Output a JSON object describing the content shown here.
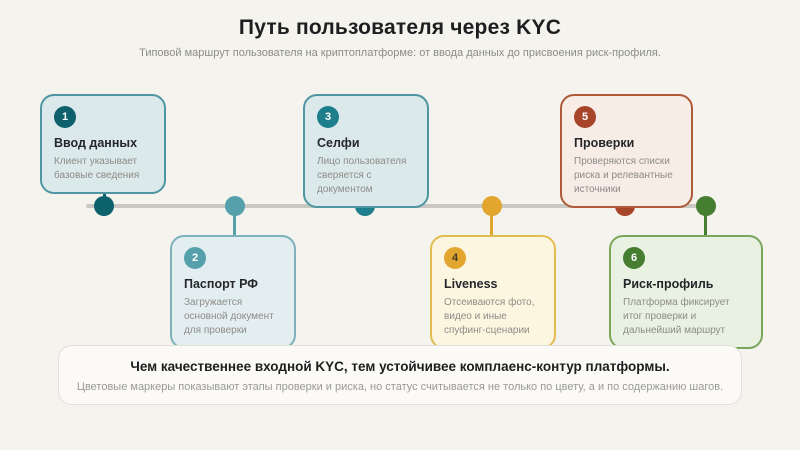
{
  "header": {
    "title": "Путь пользователя через KYC",
    "subtitle": "Типовой маршрут пользователя на криптоплатформе: от ввода данных до присвоения риск-профиля."
  },
  "steps": [
    {
      "number": "1",
      "title": "Ввод данных",
      "description": "Клиент указывает базовые сведения",
      "position": "above",
      "colors": {
        "accent": "#0c616c",
        "card_bg": "#dce9eb",
        "card_border": "#4e96a1",
        "badge_text": "#ffffff"
      }
    },
    {
      "number": "2",
      "title": "Паспорт РФ",
      "description": "Загружается основной документ для проверки",
      "position": "below",
      "colors": {
        "accent": "#55a0ab",
        "card_bg": "#e3eef0",
        "card_border": "#7fb1bb",
        "badge_text": "#ffffff"
      }
    },
    {
      "number": "3",
      "title": "Селфи",
      "description": "Лицо пользователя сверяется с документом",
      "position": "above",
      "colors": {
        "accent": "#1f7e8b",
        "card_bg": "#dce9eb",
        "card_border": "#4e96a1",
        "badge_text": "#ffffff"
      }
    },
    {
      "number": "4",
      "title": "Liveness",
      "description": "Отсеиваются фото, видео и иные спуфинг-сценарии",
      "position": "below",
      "colors": {
        "accent": "#e2a62f",
        "card_bg": "#fcf6e1",
        "card_border": "#e3bc4e",
        "badge_text": "#403a28"
      }
    },
    {
      "number": "5",
      "title": "Проверки",
      "description": "Проверяются списки риска и релевантные источники",
      "position": "above",
      "colors": {
        "accent": "#a7452a",
        "card_bg": "#f8ece7",
        "card_border": "#af5a39",
        "badge_text": "#ffffff"
      }
    },
    {
      "number": "6",
      "title": "Риск-профиль",
      "description": "Платформа фиксирует итог проверки и дальнейший маршрут",
      "position": "below",
      "colors": {
        "accent": "#457d31",
        "card_bg": "#e9f1e3",
        "card_border": "#7aa65c",
        "badge_text": "#ffffff"
      }
    }
  ],
  "footer": {
    "headline": "Чем качественнее входной KYC, тем устойчивее комплаенс-контур платформы.",
    "note": "Цветовые маркеры показывают этапы проверки и риска, но статус считывается не только по цвету, а и по содержанию шагов."
  },
  "palette": {
    "page_bg": "#f4f3ee",
    "timeline": "#c9c8c2",
    "text_dark": "#1d1e20",
    "text_muted": "#8d8c87",
    "summary_bg": "#fbfaf7",
    "summary_border": "#e0dfd9"
  }
}
